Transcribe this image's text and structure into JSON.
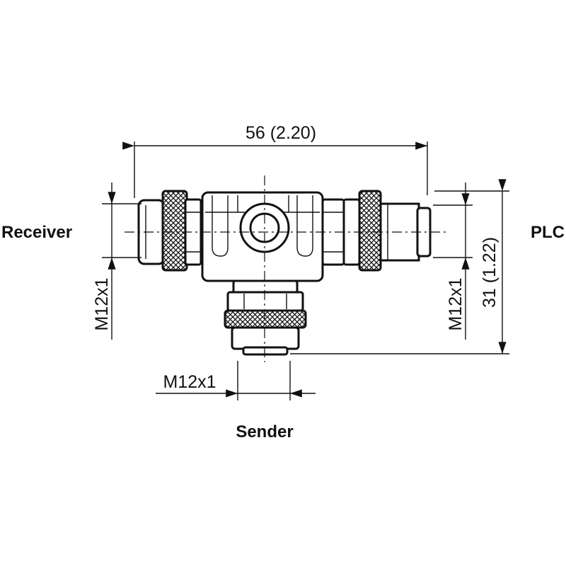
{
  "dimensions": {
    "width": "56 (2.20)",
    "height": "31 (1.22)",
    "thread_left": "M12x1",
    "thread_right": "M12x1",
    "thread_bottom": "M12x1"
  },
  "labels": {
    "receiver": "Receiver",
    "plc": "PLC",
    "sender": "Sender"
  }
}
